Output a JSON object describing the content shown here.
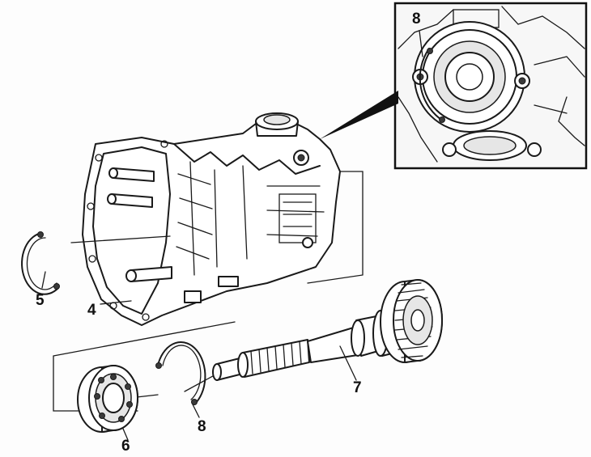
{
  "callouts": {
    "inset_label": "8",
    "circlip_label": "5",
    "housing_label": "4",
    "shaft_label": "7",
    "bearing_label": "6",
    "ring_label": "8"
  }
}
